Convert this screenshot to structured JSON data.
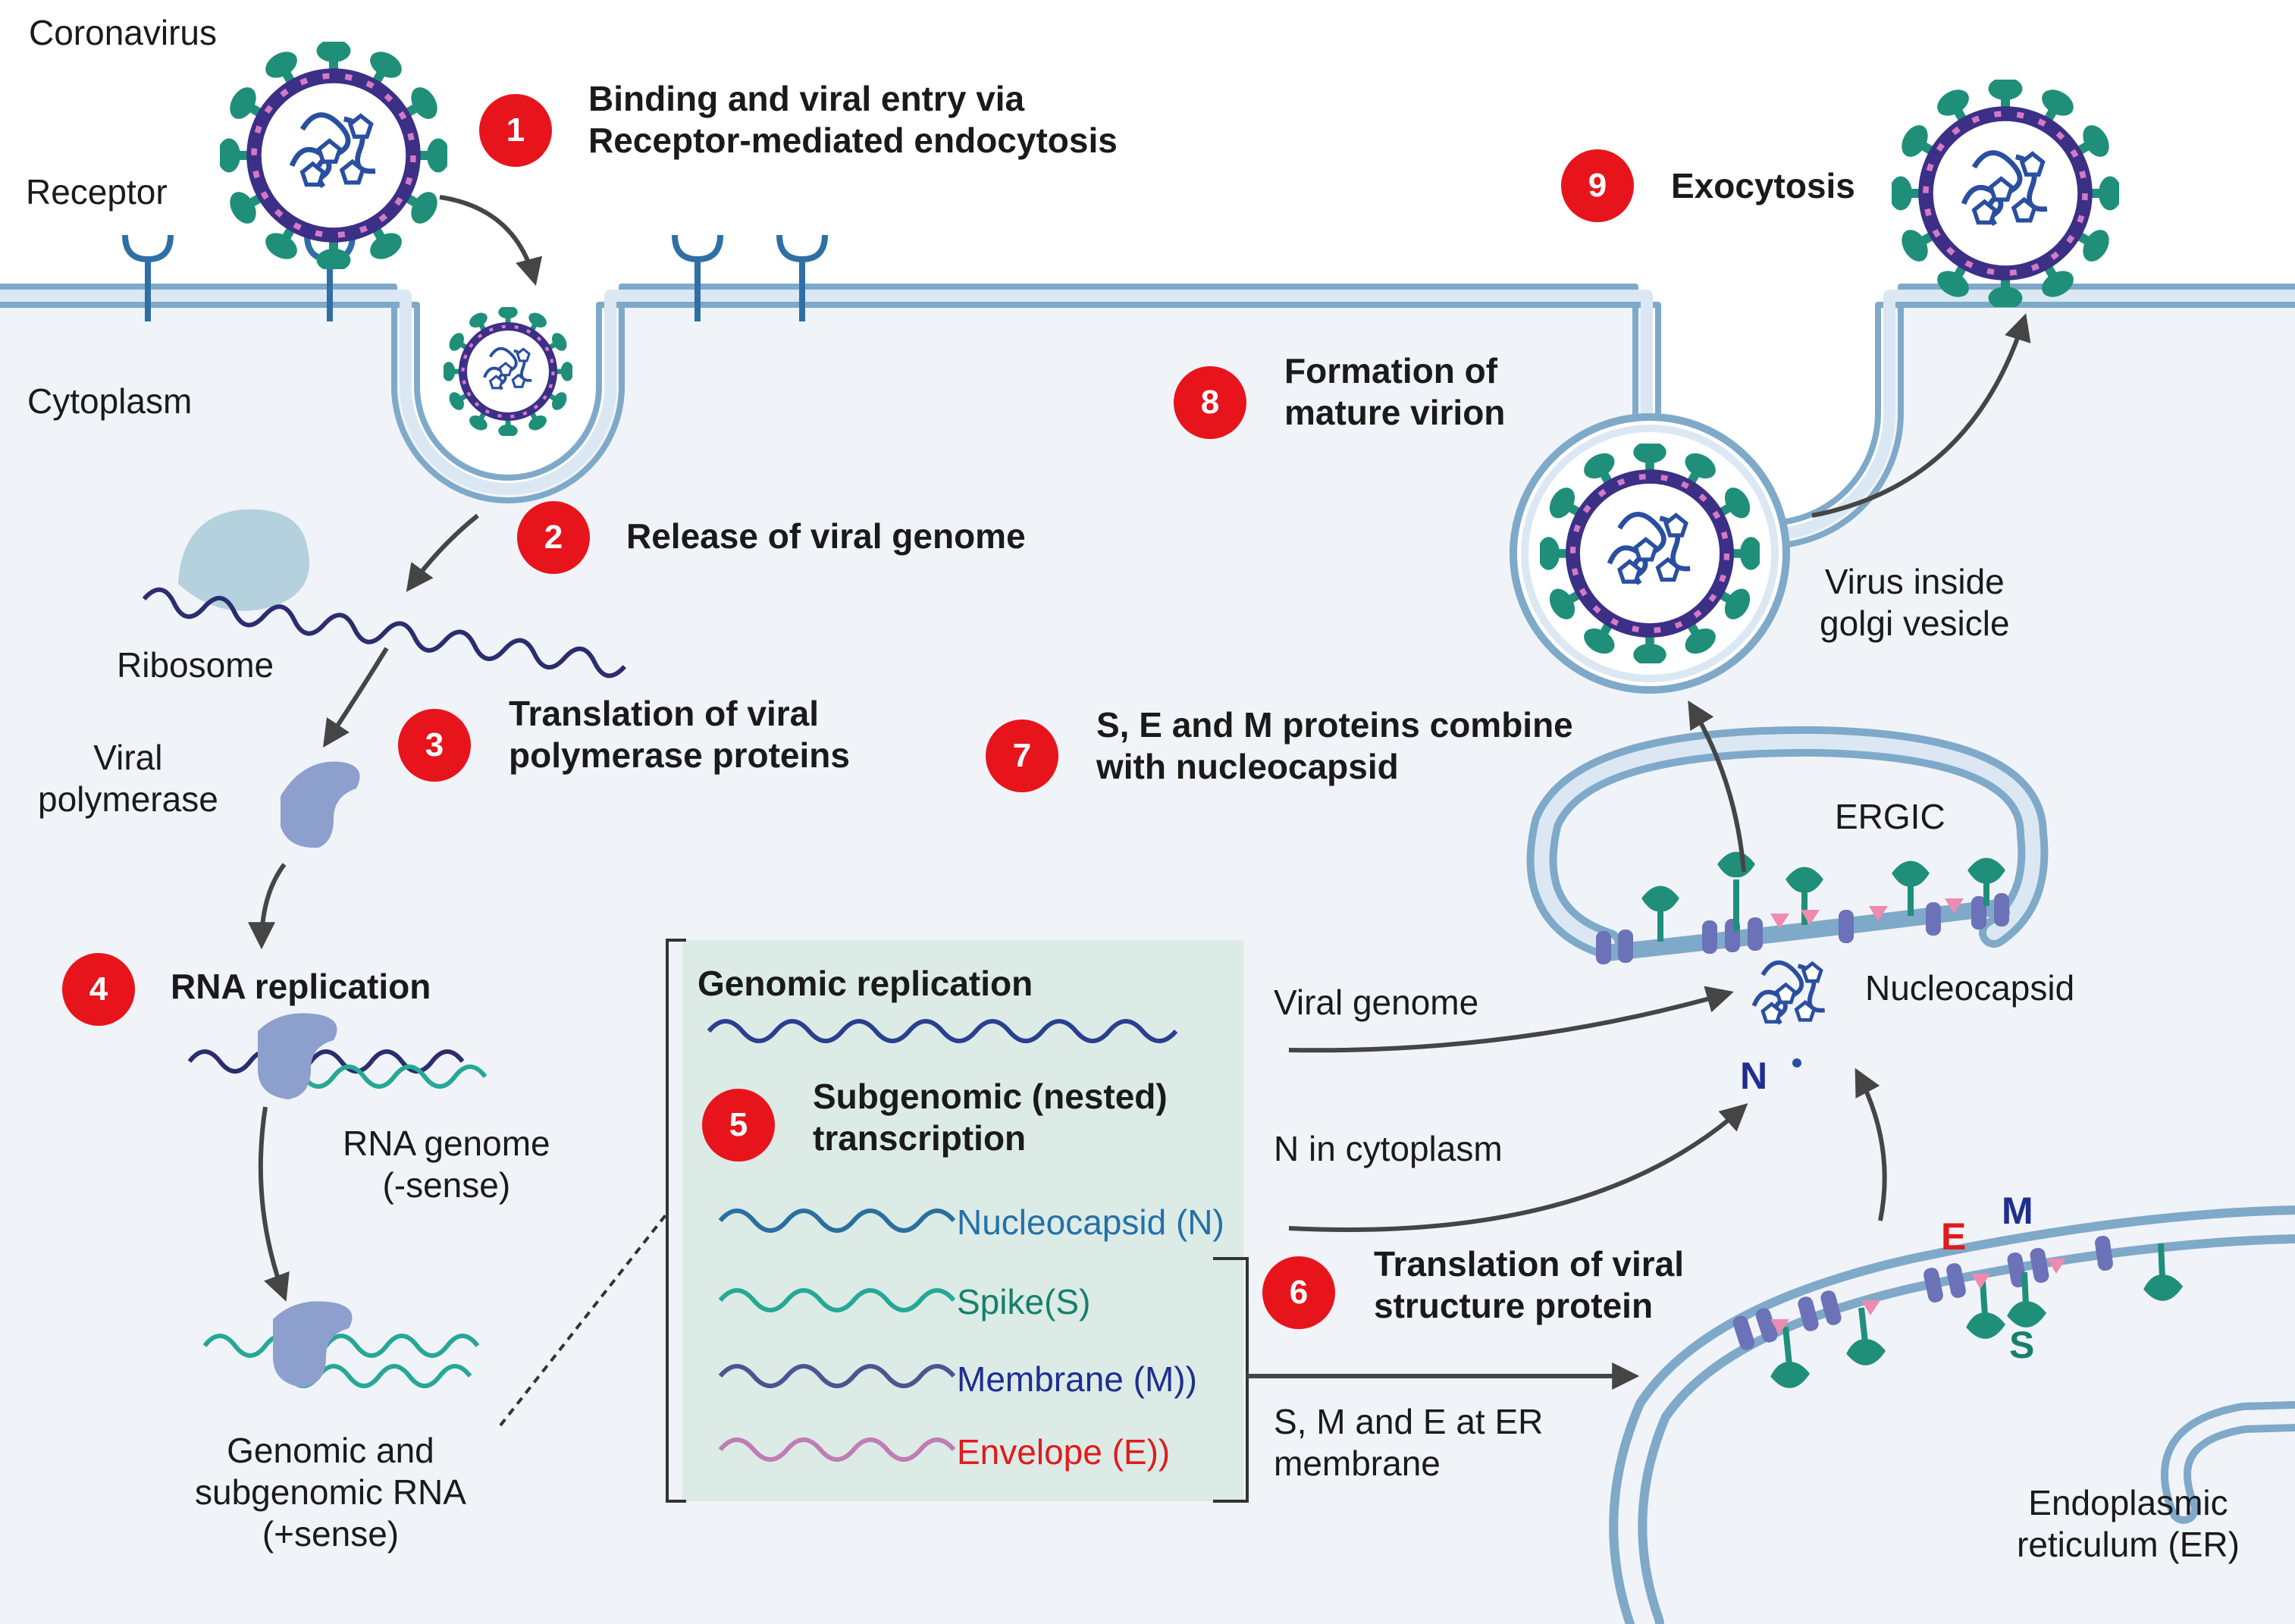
{
  "labels": {
    "coronavirus": "Coronavirus",
    "receptor": "Receptor",
    "cytoplasm": "Cytoplasm",
    "ribosome": "Ribosome",
    "viral_polymerase": "Viral\npolymerase",
    "rna_genome_neg": "RNA genome\n(-sense)",
    "genomic_subgenomic": "Genomic and\nsubgenomic RNA\n(+sense)",
    "virus_golgi": "Virus inside\ngolgi vesicle",
    "ergic": "ERGIC",
    "nucleocapsid": "Nucleocapsid",
    "er": "Endoplasmic\nreticulum (ER)",
    "viral_genome": "Viral genome",
    "n_in_cytoplasm": "N in cytoplasm",
    "sme_er": "S, M and E at ER\nmembrane"
  },
  "steps": [
    {
      "num": "1",
      "text": "Binding and viral entry via\nReceptor-mediated endocytosis"
    },
    {
      "num": "2",
      "text": "Release of viral genome"
    },
    {
      "num": "3",
      "text": "Translation of viral\npolymerase proteins"
    },
    {
      "num": "4",
      "text": "RNA replication"
    },
    {
      "num": "5",
      "text": "Subgenomic (nested)\ntranscription"
    },
    {
      "num": "6",
      "text": "Translation of viral\nstructure protein"
    },
    {
      "num": "7",
      "text": "S, E and M proteins combine\nwith nucleocapsid"
    },
    {
      "num": "8",
      "text": "Formation of\nmature virion"
    },
    {
      "num": "9",
      "text": "Exocytosis"
    }
  ],
  "box": {
    "title": "Genomic replication",
    "transcripts": [
      "Nucleocapsid (N)",
      "Spike(S)",
      "Membrane (M))",
      "Envelope (E))"
    ]
  },
  "proteins": {
    "n": "N",
    "e": "E",
    "m": "M",
    "s": "S"
  },
  "colors": {
    "cell_fill": "#f0f3f8",
    "membrane": "#7fa9c9",
    "badge": "#e8141c",
    "box_fill": "#dcebe6",
    "spike": "#1f8f7a",
    "virus_ring": "#3b2f86",
    "nucleocapsid": "#2a4fa0",
    "arrow": "#454545"
  }
}
